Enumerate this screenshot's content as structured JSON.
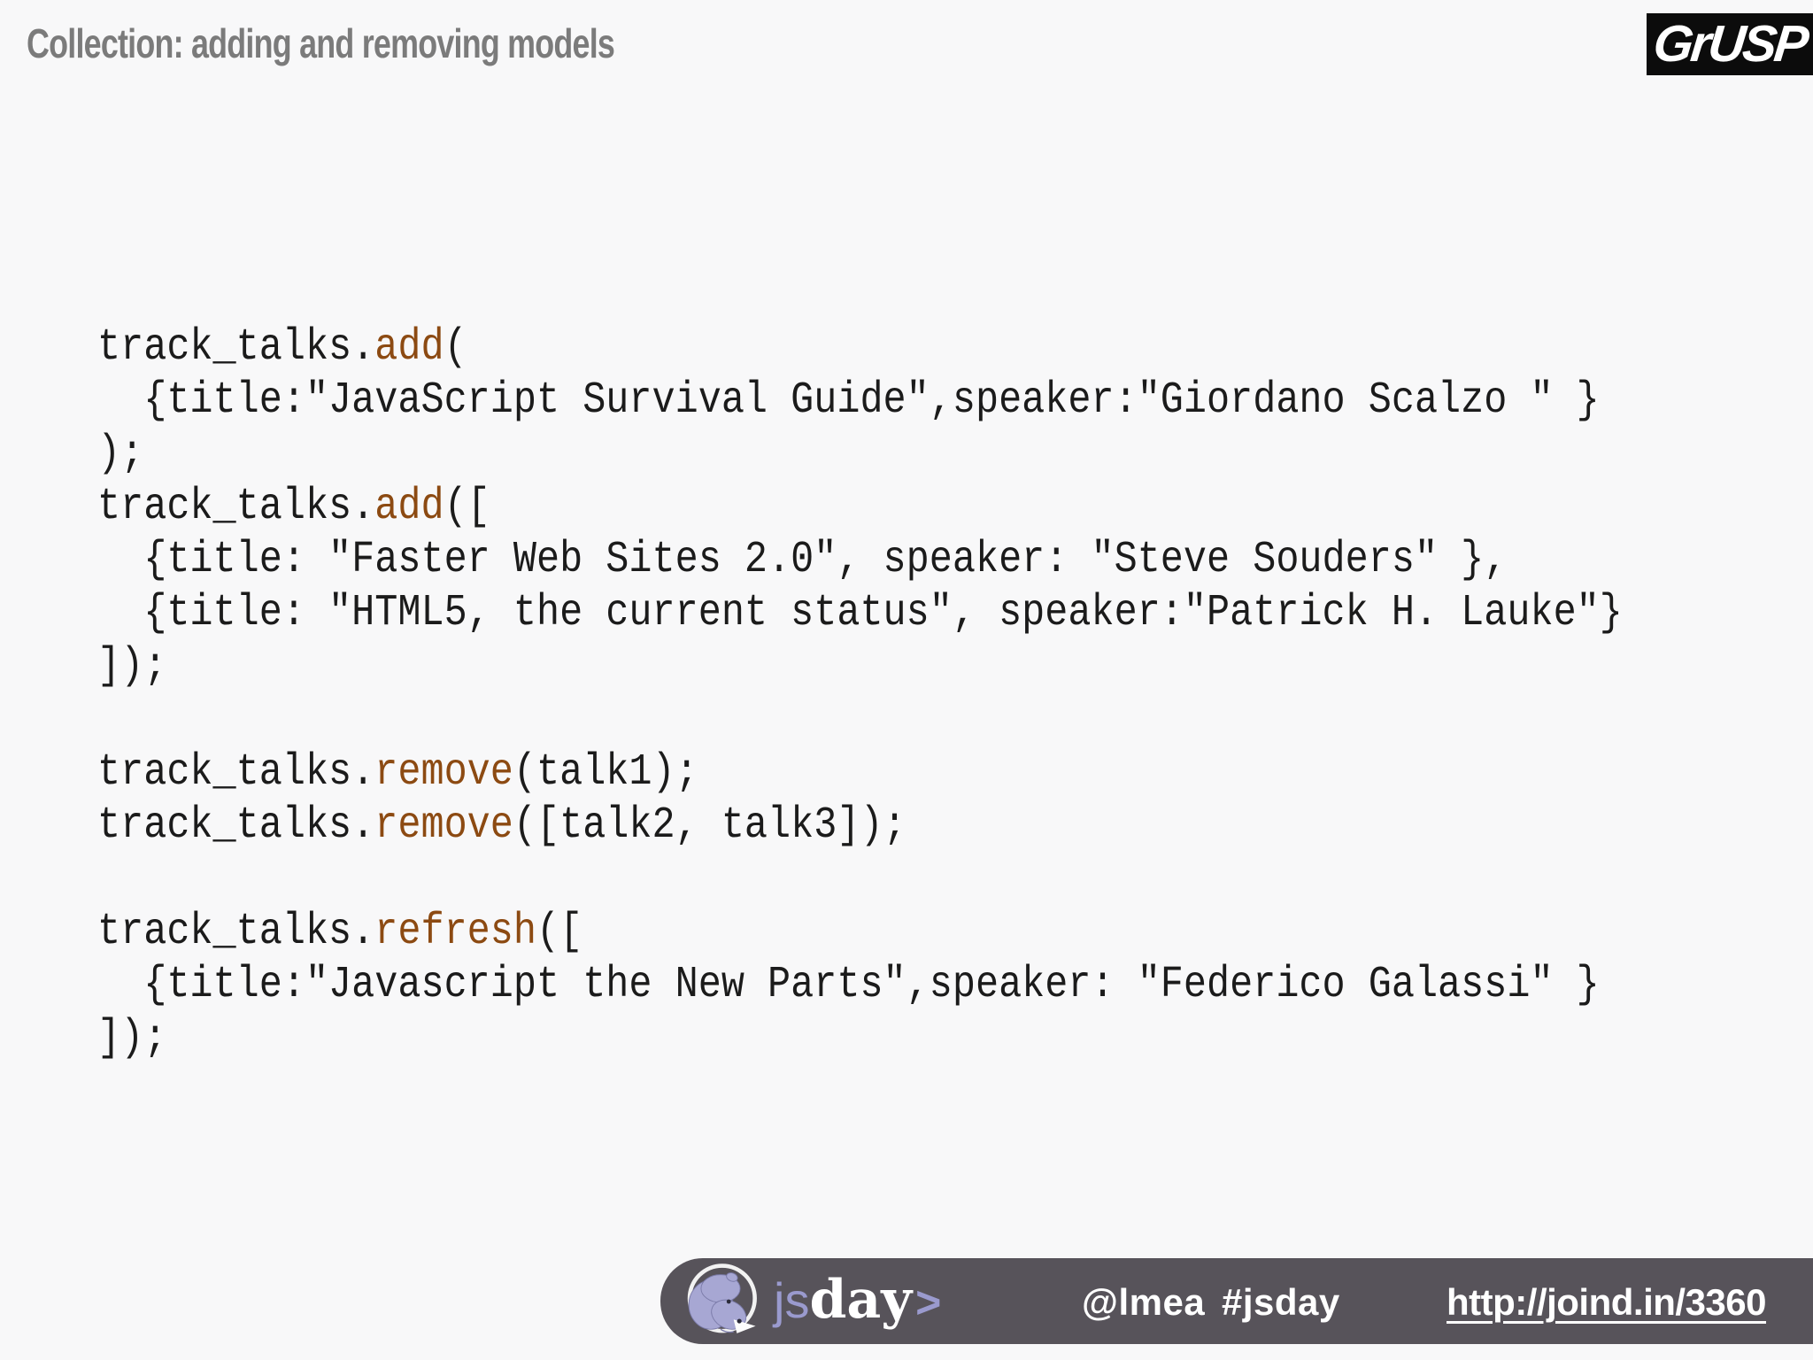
{
  "slide": {
    "title": "Collection: adding and removing models",
    "logo_text": "GrUSP"
  },
  "code": {
    "text_color": "#1b1b1b",
    "keyword_color": "#8c4a12",
    "lines": [
      {
        "pre": "track_talks.",
        "kw": "add",
        "post": "("
      },
      {
        "pre": "  {title:\"JavaScript Survival Guide\",speaker:\"Giordano Scalzo \" }"
      },
      {
        "pre": ");"
      },
      {
        "pre": "track_talks.",
        "kw": "add",
        "post": "(["
      },
      {
        "pre": "  {title: \"Faster Web Sites 2.0\", speaker: \"Steve Souders\" },"
      },
      {
        "pre": "  {title: \"HTML5, the current status\", speaker:\"Patrick H. Lauke\"}"
      },
      {
        "pre": "]);"
      },
      {
        "pre": ""
      },
      {
        "pre": "track_talks.",
        "kw": "remove",
        "post": "(talk1);"
      },
      {
        "pre": "track_talks.",
        "kw": "remove",
        "post": "([talk2, talk3]);"
      },
      {
        "pre": ""
      },
      {
        "pre": "track_talks.",
        "kw": "refresh",
        "post": "(["
      },
      {
        "pre": "  {title:\"Javascript the New Parts\",speaker: \"Federico Galassi\" }"
      },
      {
        "pre": "]);"
      }
    ]
  },
  "footer": {
    "bar_color": "#57535a",
    "accent_color": "#9a9ace",
    "logo_js": "js",
    "logo_day": "day",
    "logo_chevron": ">",
    "handle": "@lmea",
    "hashtag": "#jsday",
    "link": "http://joind.in/3360"
  }
}
